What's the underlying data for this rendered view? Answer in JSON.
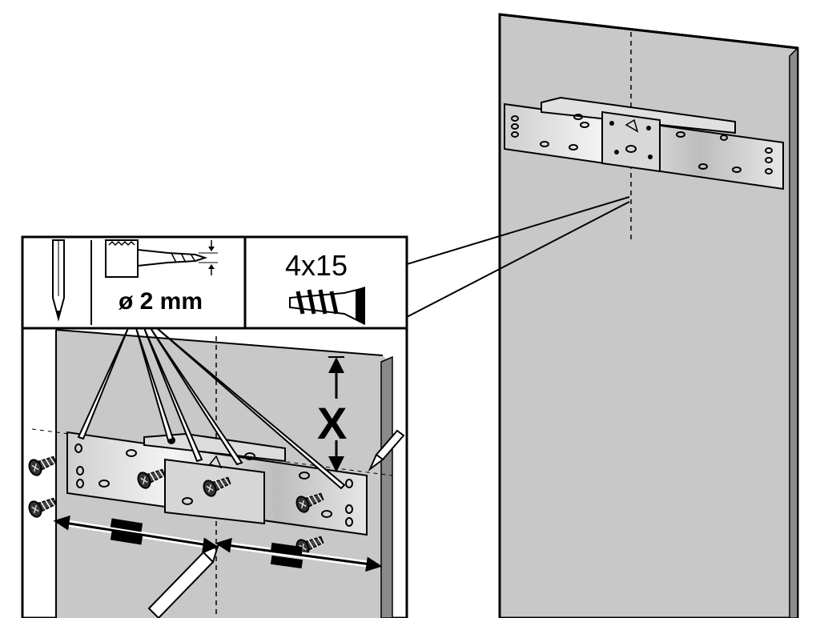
{
  "tools": {
    "drill_diameter": "ø 2 mm",
    "screw_size": "4x15"
  },
  "dimension": {
    "height_label": "X"
  },
  "icons": [
    "pencil-icon",
    "drill-icon",
    "screw-icon"
  ]
}
